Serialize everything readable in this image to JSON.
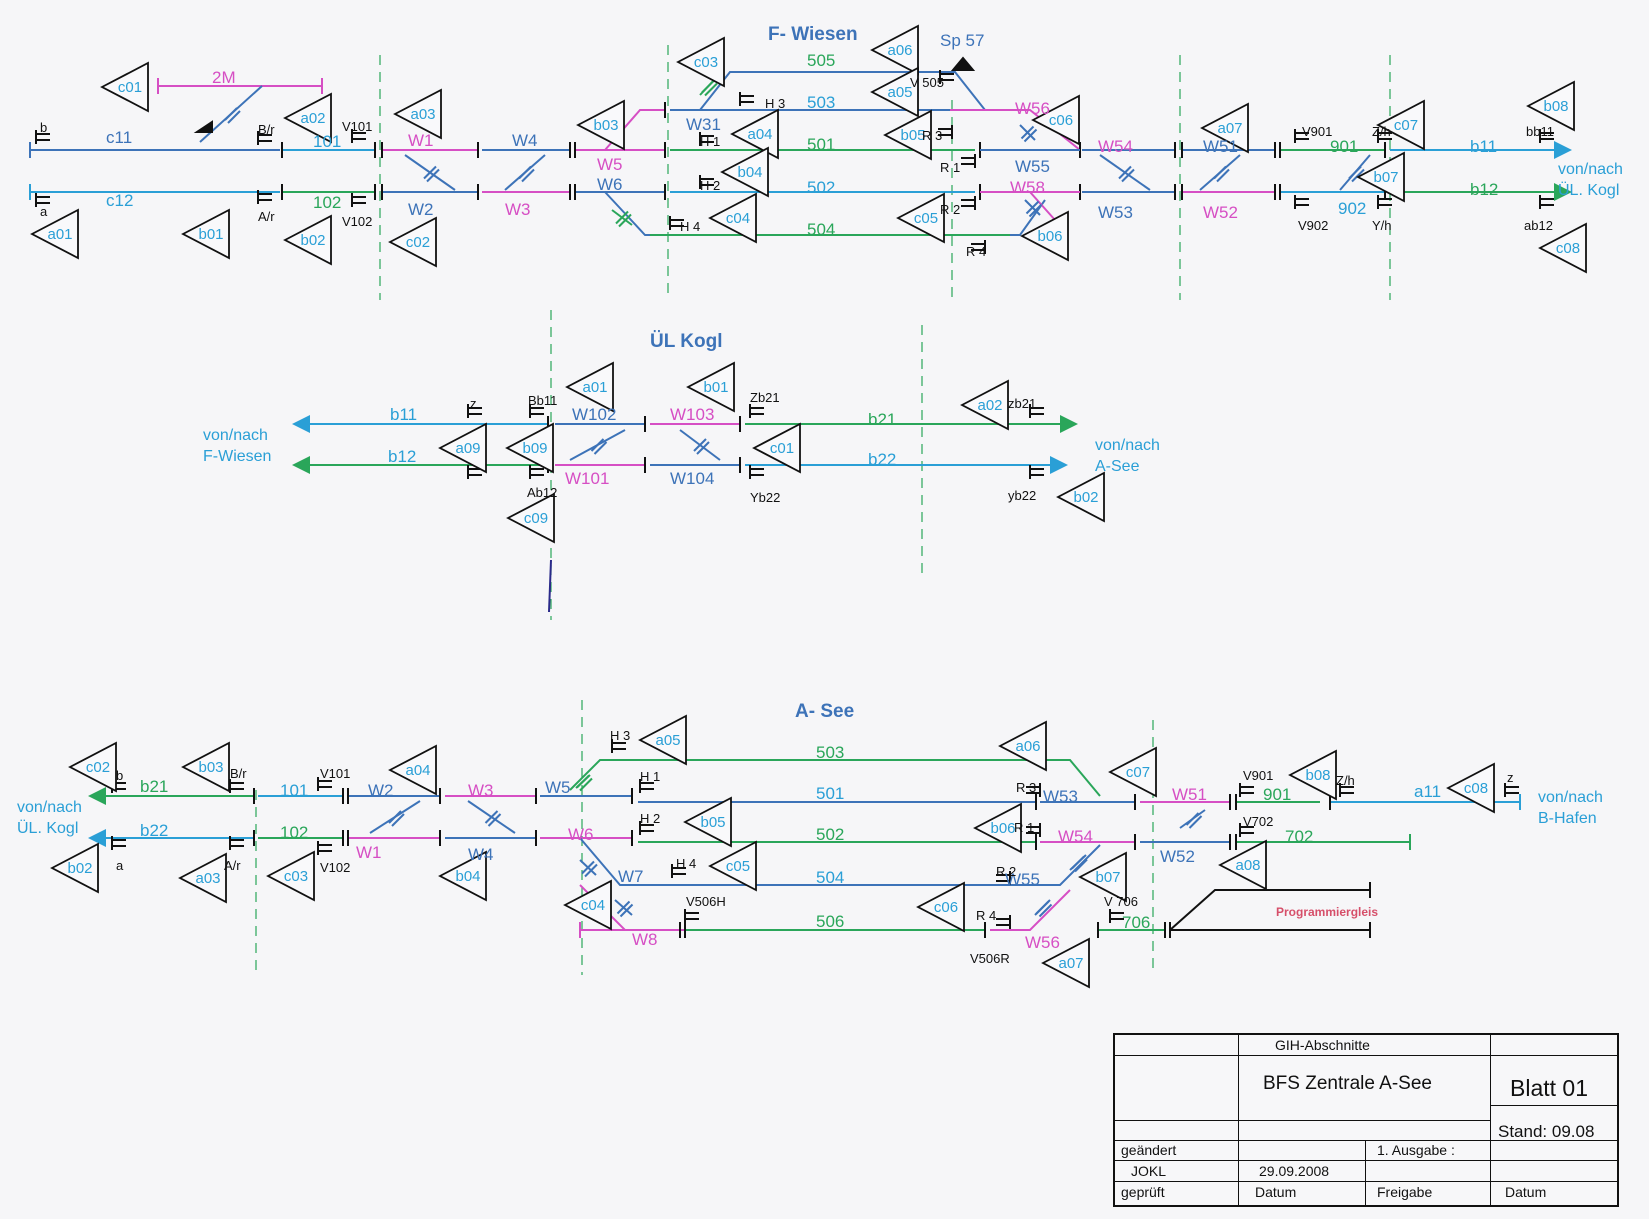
{
  "stations": [
    {
      "id": "fw",
      "title": "F- Wiesen"
    },
    {
      "id": "uk",
      "title": "ÜL Kogl"
    },
    {
      "id": "as",
      "title": "A- See"
    }
  ],
  "colors": {
    "magenta": "#d64fc4",
    "blue": "#3d73b8",
    "cyan": "#2a9fd6",
    "green": "#2aa65a",
    "black": "#111111",
    "divider": "#2aa65a",
    "program": "#d64f6a"
  },
  "labels": [
    {
      "id": "fw-2M",
      "text": "2M",
      "style": "mag"
    },
    {
      "id": "fw-c11",
      "text": "c11",
      "style": "blu"
    },
    {
      "id": "fw-c12",
      "text": "c12",
      "style": "cya"
    },
    {
      "id": "fw-101",
      "text": "101",
      "style": "cya"
    },
    {
      "id": "fw-102",
      "text": "102",
      "style": "grn"
    },
    {
      "id": "fw-W1",
      "text": "W1",
      "style": "mag"
    },
    {
      "id": "fw-W2",
      "text": "W2",
      "style": "blu"
    },
    {
      "id": "fw-W3",
      "text": "W3",
      "style": "mag"
    },
    {
      "id": "fw-W4",
      "text": "W4",
      "style": "blu"
    },
    {
      "id": "fw-W5",
      "text": "W5",
      "style": "mag"
    },
    {
      "id": "fw-W6",
      "text": "W6",
      "style": "blu"
    },
    {
      "id": "fw-W31",
      "text": "W31",
      "style": "blu"
    },
    {
      "id": "fw-505",
      "text": "505",
      "style": "grn"
    },
    {
      "id": "fw-503",
      "text": "503",
      "style": "cya"
    },
    {
      "id": "fw-501",
      "text": "501",
      "style": "grn"
    },
    {
      "id": "fw-502",
      "text": "502",
      "style": "cya"
    },
    {
      "id": "fw-504",
      "text": "504",
      "style": "grn"
    },
    {
      "id": "fw-W56",
      "text": "W56",
      "style": "mag"
    },
    {
      "id": "fw-W55",
      "text": "W55",
      "style": "blu"
    },
    {
      "id": "fw-W58",
      "text": "W58",
      "style": "mag"
    },
    {
      "id": "fw-W54",
      "text": "W54",
      "style": "mag"
    },
    {
      "id": "fw-W53",
      "text": "W53",
      "style": "blu"
    },
    {
      "id": "fw-W51",
      "text": "W51",
      "style": "blu"
    },
    {
      "id": "fw-W52",
      "text": "W52",
      "style": "mag"
    },
    {
      "id": "fw-901",
      "text": "901",
      "style": "grn"
    },
    {
      "id": "fw-902",
      "text": "902",
      "style": "cya"
    },
    {
      "id": "fw-b11",
      "text": "b11",
      "style": "cya"
    },
    {
      "id": "fw-b12",
      "text": "b12",
      "style": "grn"
    },
    {
      "id": "fw-Sp57",
      "text": "Sp 57",
      "style": "blu"
    },
    {
      "id": "fw-dest1",
      "text": "von/nach",
      "style": "dest"
    },
    {
      "id": "fw-dest2",
      "text": "ÜL. Kogl",
      "style": "dest"
    },
    {
      "id": "fw-s-b",
      "text": "b",
      "style": "blk"
    },
    {
      "id": "fw-s-a",
      "text": "a",
      "style": "blk"
    },
    {
      "id": "fw-s-Br",
      "text": "B/r",
      "style": "blk"
    },
    {
      "id": "fw-s-Ar",
      "text": "A/r",
      "style": "blk"
    },
    {
      "id": "fw-s-V101",
      "text": "V101",
      "style": "blk"
    },
    {
      "id": "fw-s-V102",
      "text": "V102",
      "style": "blk"
    },
    {
      "id": "fw-s-H3",
      "text": "H 3",
      "style": "blk"
    },
    {
      "id": "fw-s-H1",
      "text": "H 1",
      "style": "blk"
    },
    {
      "id": "fw-s-H2",
      "text": "H 2",
      "style": "blk"
    },
    {
      "id": "fw-s-H4",
      "text": "H 4",
      "style": "blk"
    },
    {
      "id": "fw-s-V505",
      "text": "V 505",
      "style": "blk"
    },
    {
      "id": "fw-s-R3",
      "text": "R 3",
      "style": "blk"
    },
    {
      "id": "fw-s-R1",
      "text": "R 1",
      "style": "blk"
    },
    {
      "id": "fw-s-R2",
      "text": "R 2",
      "style": "blk"
    },
    {
      "id": "fw-s-R4",
      "text": "R 4",
      "style": "blk"
    },
    {
      "id": "fw-s-V901",
      "text": "V901",
      "style": "blk"
    },
    {
      "id": "fw-s-V902",
      "text": "V902",
      "style": "blk"
    },
    {
      "id": "fw-s-Zh",
      "text": "Z/h",
      "style": "blk"
    },
    {
      "id": "fw-s-Yh",
      "text": "Y/h",
      "style": "blk"
    },
    {
      "id": "fw-s-bb11",
      "text": "bb11",
      "style": "blk"
    },
    {
      "id": "fw-s-ab12",
      "text": "ab12",
      "style": "blk"
    },
    {
      "id": "uk-b11",
      "text": "b11",
      "style": "cya"
    },
    {
      "id": "uk-b12",
      "text": "b12",
      "style": "cya"
    },
    {
      "id": "uk-W102",
      "text": "W102",
      "style": "blu"
    },
    {
      "id": "uk-W101",
      "text": "W101",
      "style": "mag"
    },
    {
      "id": "uk-W103",
      "text": "W103",
      "style": "mag"
    },
    {
      "id": "uk-W104",
      "text": "W104",
      "style": "blu"
    },
    {
      "id": "uk-b21",
      "text": "b21",
      "style": "grn"
    },
    {
      "id": "uk-b22",
      "text": "b22",
      "style": "cya"
    },
    {
      "id": "uk-destL1",
      "text": "von/nach",
      "style": "dest"
    },
    {
      "id": "uk-destL2",
      "text": "F-Wiesen",
      "style": "dest"
    },
    {
      "id": "uk-destR1",
      "text": "von/nach",
      "style": "dest"
    },
    {
      "id": "uk-destR2",
      "text": "A-See",
      "style": "dest"
    },
    {
      "id": "uk-s-z",
      "text": "z",
      "style": "blk"
    },
    {
      "id": "uk-s-Bb11",
      "text": "Bb11",
      "style": "blk"
    },
    {
      "id": "uk-s-Ab12",
      "text": "Ab12",
      "style": "blk"
    },
    {
      "id": "uk-s-Zb21",
      "text": "Zb21",
      "style": "blk"
    },
    {
      "id": "uk-s-Yb22",
      "text": "Yb22",
      "style": "blk"
    },
    {
      "id": "uk-s-zb21",
      "text": "zb21",
      "style": "blk"
    },
    {
      "id": "uk-s-yb22",
      "text": "yb22",
      "style": "blk"
    },
    {
      "id": "as-b21",
      "text": "b21",
      "style": "grn"
    },
    {
      "id": "as-b22",
      "text": "b22",
      "style": "cya"
    },
    {
      "id": "as-101",
      "text": "101",
      "style": "cya"
    },
    {
      "id": "as-102",
      "text": "102",
      "style": "grn"
    },
    {
      "id": "as-W2",
      "text": "W2",
      "style": "blu"
    },
    {
      "id": "as-W1",
      "text": "W1",
      "style": "mag"
    },
    {
      "id": "as-W3",
      "text": "W3",
      "style": "mag"
    },
    {
      "id": "as-W4",
      "text": "W4",
      "style": "blu"
    },
    {
      "id": "as-W5",
      "text": "W5",
      "style": "blu"
    },
    {
      "id": "as-W6",
      "text": "W6",
      "style": "mag"
    },
    {
      "id": "as-W7",
      "text": "W7",
      "style": "blu"
    },
    {
      "id": "as-W8",
      "text": "W8",
      "style": "mag"
    },
    {
      "id": "as-503",
      "text": "503",
      "style": "grn"
    },
    {
      "id": "as-501",
      "text": "501",
      "style": "cya"
    },
    {
      "id": "as-502",
      "text": "502",
      "style": "grn"
    },
    {
      "id": "as-504",
      "text": "504",
      "style": "cya"
    },
    {
      "id": "as-506",
      "text": "506",
      "style": "grn"
    },
    {
      "id": "as-W53",
      "text": "W53",
      "style": "blu"
    },
    {
      "id": "as-W54",
      "text": "W54",
      "style": "mag"
    },
    {
      "id": "as-W55",
      "text": "W55",
      "style": "blu"
    },
    {
      "id": "as-W56",
      "text": "W56",
      "style": "mag"
    },
    {
      "id": "as-W51",
      "text": "W51",
      "style": "mag"
    },
    {
      "id": "as-W52",
      "text": "W52",
      "style": "blu"
    },
    {
      "id": "as-901",
      "text": "901",
      "style": "grn"
    },
    {
      "id": "as-702",
      "text": "702",
      "style": "grn"
    },
    {
      "id": "as-706",
      "text": "706",
      "style": "grn"
    },
    {
      "id": "as-a11",
      "text": "a11",
      "style": "cya"
    },
    {
      "id": "as-prog",
      "text": "Programmiergleis",
      "style": "prog"
    },
    {
      "id": "as-destL1",
      "text": "von/nach",
      "style": "dest"
    },
    {
      "id": "as-destL2",
      "text": "ÜL. Kogl",
      "style": "dest"
    },
    {
      "id": "as-destR1",
      "text": "von/nach",
      "style": "dest"
    },
    {
      "id": "as-destR2",
      "text": "B-Hafen",
      "style": "dest"
    },
    {
      "id": "as-s-b",
      "text": "b",
      "style": "blk"
    },
    {
      "id": "as-s-a",
      "text": "a",
      "style": "blk"
    },
    {
      "id": "as-s-Br",
      "text": "B/r",
      "style": "blk"
    },
    {
      "id": "as-s-Ar",
      "text": "A/r",
      "style": "blk"
    },
    {
      "id": "as-s-V101",
      "text": "V101",
      "style": "blk"
    },
    {
      "id": "as-s-V102",
      "text": "V102",
      "style": "blk"
    },
    {
      "id": "as-s-H3",
      "text": "H 3",
      "style": "blk"
    },
    {
      "id": "as-s-H1",
      "text": "H 1",
      "style": "blk"
    },
    {
      "id": "as-s-H2",
      "text": "H 2",
      "style": "blk"
    },
    {
      "id": "as-s-H4",
      "text": "H 4",
      "style": "blk"
    },
    {
      "id": "as-s-V506H",
      "text": "V506H",
      "style": "blk"
    },
    {
      "id": "as-s-R3",
      "text": "R 3",
      "style": "blk"
    },
    {
      "id": "as-s-R1",
      "text": "R 1",
      "style": "blk"
    },
    {
      "id": "as-s-R2",
      "text": "R 2",
      "style": "blk"
    },
    {
      "id": "as-s-R4",
      "text": "R 4",
      "style": "blk"
    },
    {
      "id": "as-s-V506R",
      "text": "V506R",
      "style": "blk"
    },
    {
      "id": "as-s-V706",
      "text": "V 706",
      "style": "blk"
    },
    {
      "id": "as-s-V901",
      "text": "V901",
      "style": "blk"
    },
    {
      "id": "as-s-V702",
      "text": "V702",
      "style": "blk"
    },
    {
      "id": "as-s-Zh",
      "text": "Z/h",
      "style": "blk"
    },
    {
      "id": "as-s-z",
      "text": "z",
      "style": "blk"
    }
  ],
  "markers": [
    "c01",
    "a02",
    "a03",
    "b03",
    "a06",
    "c03",
    "a05",
    "a04",
    "b05",
    "c06",
    "a07",
    "c07",
    "b08",
    "a01",
    "b01",
    "b02",
    "c02",
    "b04",
    "c04",
    "c05",
    "b06",
    "b07",
    "c08",
    "a01",
    "b01",
    "a09",
    "b09",
    "c01",
    "a02",
    "c09",
    "b02",
    "c02",
    "b03",
    "a04",
    "a05",
    "a06",
    "c07",
    "b08",
    "c08",
    "b02",
    "a03",
    "c03",
    "b04",
    "b05",
    "b06",
    "c05",
    "c04",
    "b07",
    "c06",
    "a07",
    "a08"
  ],
  "titleblock": {
    "header": "GIH-Abschnitte",
    "project": "BFS Zentrale A-See",
    "sheet": "Blatt 01",
    "stand": "Stand: 09.08",
    "changed_label": "geändert",
    "changed_by": "JOKL",
    "date_value": "29.09.2008",
    "edition": "1. Ausgabe :",
    "checked_label": "geprüft",
    "date_label": "Datum",
    "release_label": "Freigabe",
    "date_label_2": "Datum"
  }
}
